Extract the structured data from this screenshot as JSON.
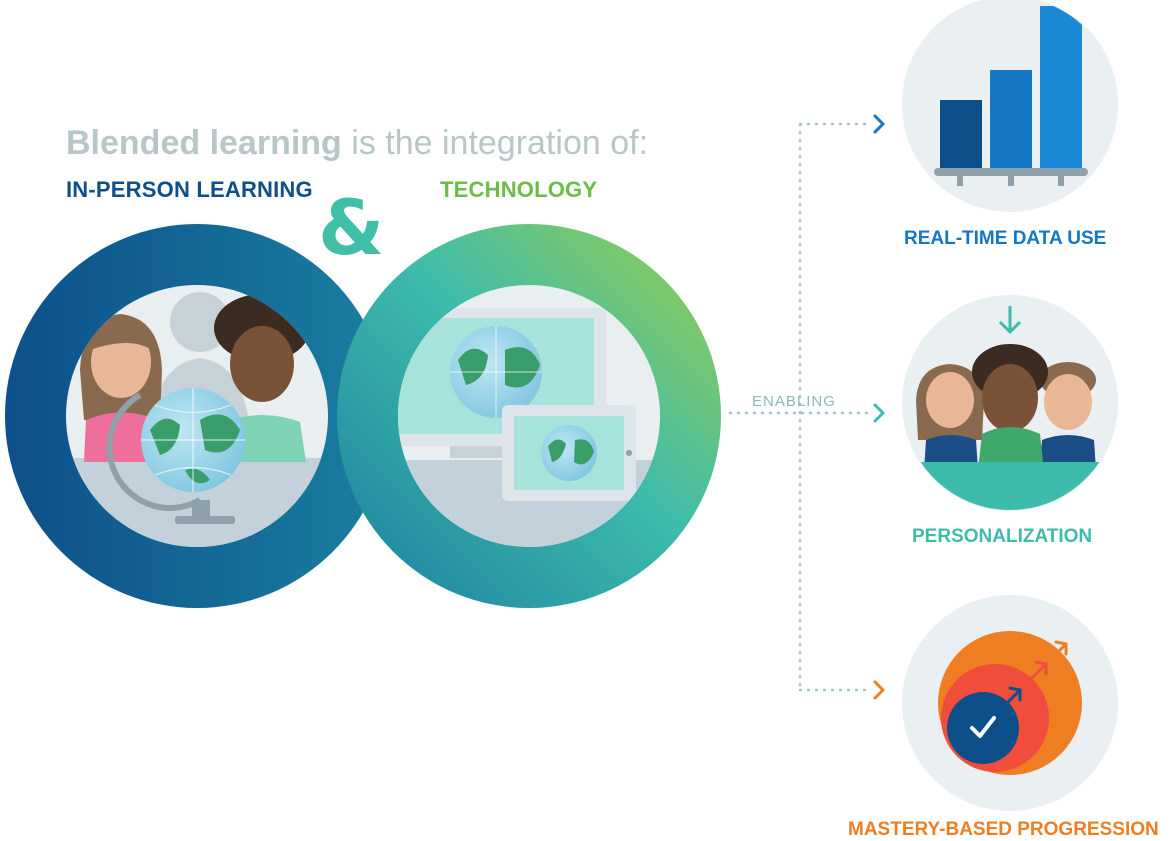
{
  "headline": {
    "bold": "Blended learning",
    "rest": " is the integration of:"
  },
  "left_label": "IN-PERSON LEARNING",
  "right_label": "TECHNOLOGY",
  "ampersand": "&",
  "connector_label": "ENABLING",
  "outcomes": [
    {
      "label": "REAL-TIME DATA USE",
      "color": "#1477c6"
    },
    {
      "label": "PERSONALIZATION",
      "color": "#3ebcab"
    },
    {
      "label": "MASTERY-BASED PROGRESSION",
      "color": "#ef7d22"
    }
  ],
  "colors": {
    "navy": "#0d4f8a",
    "teal": "#3ebcab",
    "green": "#8cc84b",
    "orange": "#ef7d22",
    "gray_text": "#b8c6c8"
  },
  "icons": [
    "people-globe-icon",
    "devices-globe-icon",
    "bar-chart-icon",
    "students-arrow-icon",
    "mastery-circles-icon",
    "checkmark-icon"
  ]
}
